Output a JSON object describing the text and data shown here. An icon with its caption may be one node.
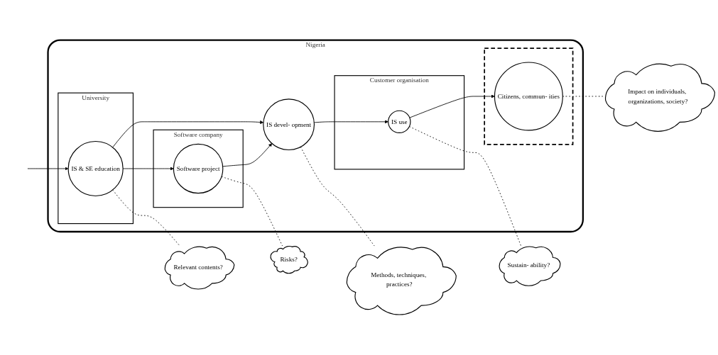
{
  "diagram": {
    "nodes": [
      {
        "text": [
          "Nigeria"
        ]
      },
      {
        "text": [
          "University"
        ],
        "in": 0
      },
      {
        "text": [
          "IS & SE education"
        ],
        "in": 1
      },
      {
        "text": [
          "Software company"
        ],
        "in": 0
      },
      {
        "text": [
          "Software project"
        ],
        "in": 3
      },
      {
        "text": [
          "IS devel- opment"
        ],
        "in": 0
      },
      {
        "text": [
          "Customer organisation"
        ],
        "in": 0
      },
      {
        "text": [
          "IS use"
        ],
        "in": 6
      },
      {
        "text": [],
        "shape": "box",
        "in": 0
      },
      {
        "text": [
          "Citizens, commun- ities"
        ],
        "in": 8
      },
      {
        "text": [
          "Relevant contents?"
        ]
      },
      {
        "text": [
          "Risks?"
        ]
      },
      {
        "text": [
          "Methods, techniques, practices?"
        ]
      },
      {
        "text": [
          "Sustain- ability?"
        ]
      },
      {
        "text": [
          "Impact on individuals, organizations, society?"
        ]
      }
    ],
    "edges": [
      {
        "from": null,
        "to": 2,
        "arrow": "to"
      },
      {
        "from": 2,
        "to": 4,
        "arrow": "to"
      },
      {
        "from": 2,
        "to": 5,
        "arrow": "to"
      },
      {
        "from": 4,
        "to": 5,
        "arrow": "to"
      },
      {
        "from": 5,
        "to": 7,
        "arrow": "to"
      },
      {
        "from": 7,
        "to": 9,
        "arrow": "to"
      },
      {
        "from": 2,
        "to": 10,
        "arrow": "none",
        "style": "dashed"
      },
      {
        "from": 4,
        "to": 11,
        "arrow": "none",
        "style": "dashed"
      },
      {
        "from": 5,
        "to": 12,
        "arrow": "none",
        "style": "dashed"
      },
      {
        "from": 7,
        "to": 13,
        "arrow": "none",
        "style": "dashed"
      },
      {
        "from": 9,
        "to": 14,
        "arrow": "none",
        "style": "dashed"
      }
    ]
  }
}
